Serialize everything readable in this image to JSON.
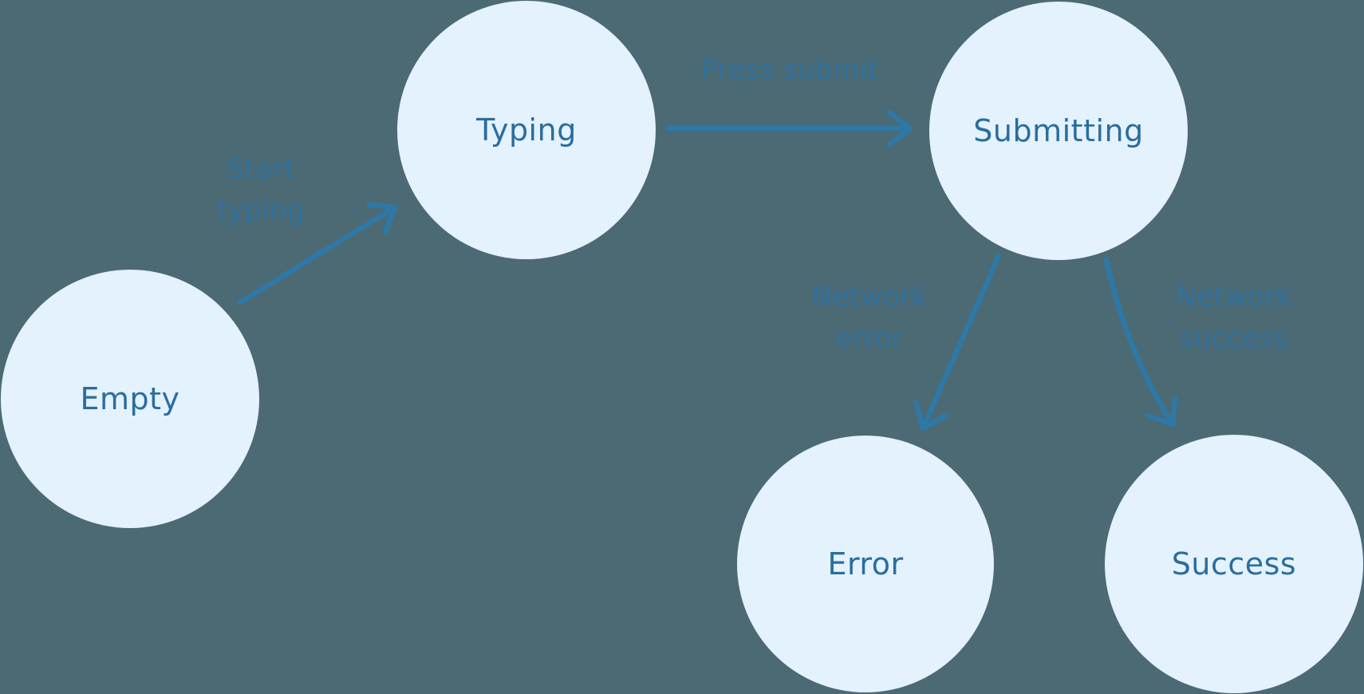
{
  "diagram": {
    "type": "state-machine",
    "nodes": [
      {
        "id": "empty",
        "label": "Empty"
      },
      {
        "id": "typing",
        "label": "Typing"
      },
      {
        "id": "submitting",
        "label": "Submitting"
      },
      {
        "id": "error",
        "label": "Error"
      },
      {
        "id": "success",
        "label": "Success"
      }
    ],
    "edges": [
      {
        "from": "Empty",
        "to": "Typing",
        "label": "Start typing",
        "label_lines": [
          "Start",
          "typing"
        ]
      },
      {
        "from": "Typing",
        "to": "Submitting",
        "label": "Press submit",
        "label_lines": [
          "Press submit"
        ]
      },
      {
        "from": "Submitting",
        "to": "Error",
        "label": "Network error",
        "label_lines": [
          "Network",
          "error"
        ]
      },
      {
        "from": "Submitting",
        "to": "Success",
        "label": "Network success",
        "label_lines": [
          "Network",
          "success"
        ]
      }
    ],
    "colors": {
      "background": "#4c6a74",
      "node_fill": "#e3f2fd",
      "node_text": "#2b6d9e",
      "arrow": "#2e78a7",
      "edge_label": "#30729f"
    }
  }
}
